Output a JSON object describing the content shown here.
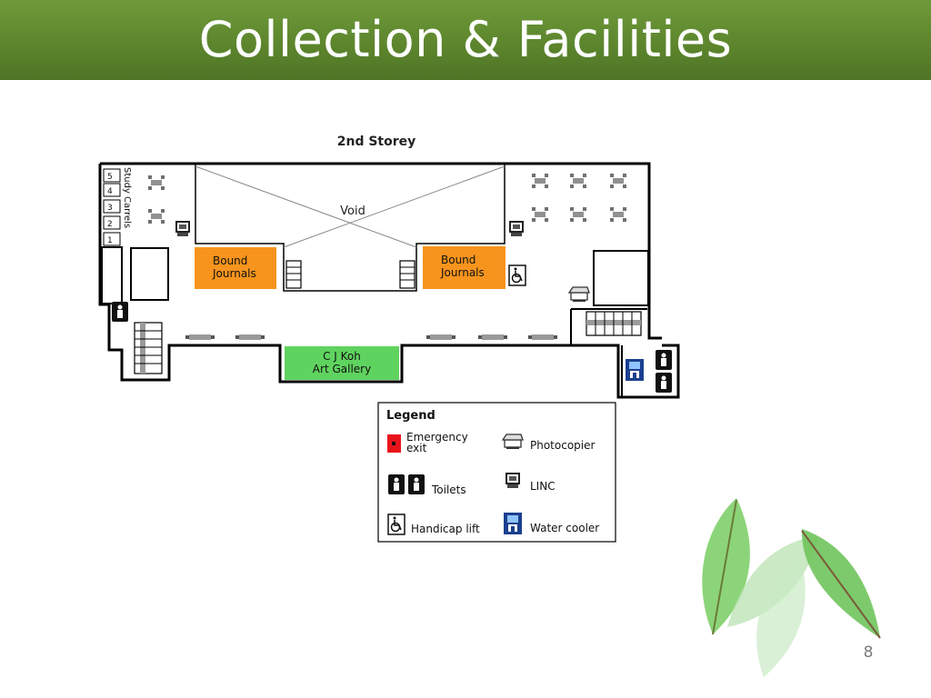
{
  "slide": {
    "title": "Collection & Facilities",
    "page_number": "8"
  },
  "floorplan": {
    "title": "2nd Storey",
    "void_label": "Void",
    "study_carrels_label": "Study Carrels",
    "carrel_numbers": [
      "5",
      "4",
      "3",
      "2",
      "1"
    ],
    "bound_journals_left": [
      "Bound",
      "Journals"
    ],
    "bound_journals_right": [
      "Bound",
      "Journals"
    ],
    "gallery": [
      "C J Koh",
      "Art Gallery"
    ],
    "colors": {
      "journals": "#f7941d",
      "gallery": "#5fd35f",
      "emergency": "#e8141b",
      "water": "#2a5fc4"
    }
  },
  "legend": {
    "title": "Legend",
    "emergency": [
      "Emergency",
      "exit"
    ],
    "photocopier": "Photocopier",
    "toilets": "Toilets",
    "linc": "LINC",
    "handicap_lift": "Handicap lift",
    "water_cooler": "Water cooler"
  }
}
